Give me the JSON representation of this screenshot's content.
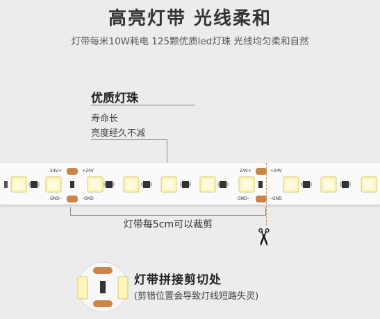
{
  "heading": {
    "title": "高亮灯带 光线柔和",
    "subtitle": "灯带每米10W耗电 125颗优质led灯珠 光线均匀柔和自然"
  },
  "feature": {
    "title": "优质灯珠",
    "lines": [
      "寿命长",
      "亮度经久不减"
    ]
  },
  "strip": {
    "labels": [
      "24V+",
      "+24V",
      "GND–",
      "–GND"
    ],
    "colors": {
      "strip": "#fafafa",
      "led": "#fff6b8",
      "pad": "#c9854a",
      "chip": "#333333"
    }
  },
  "cut": {
    "label": "灯带每5cm可以裁剪",
    "icon": "scissors-icon"
  },
  "connector": {
    "title": "灯带拼接剪切处",
    "subtitle": "(剪错位置会导致灯线短路失灵)"
  }
}
